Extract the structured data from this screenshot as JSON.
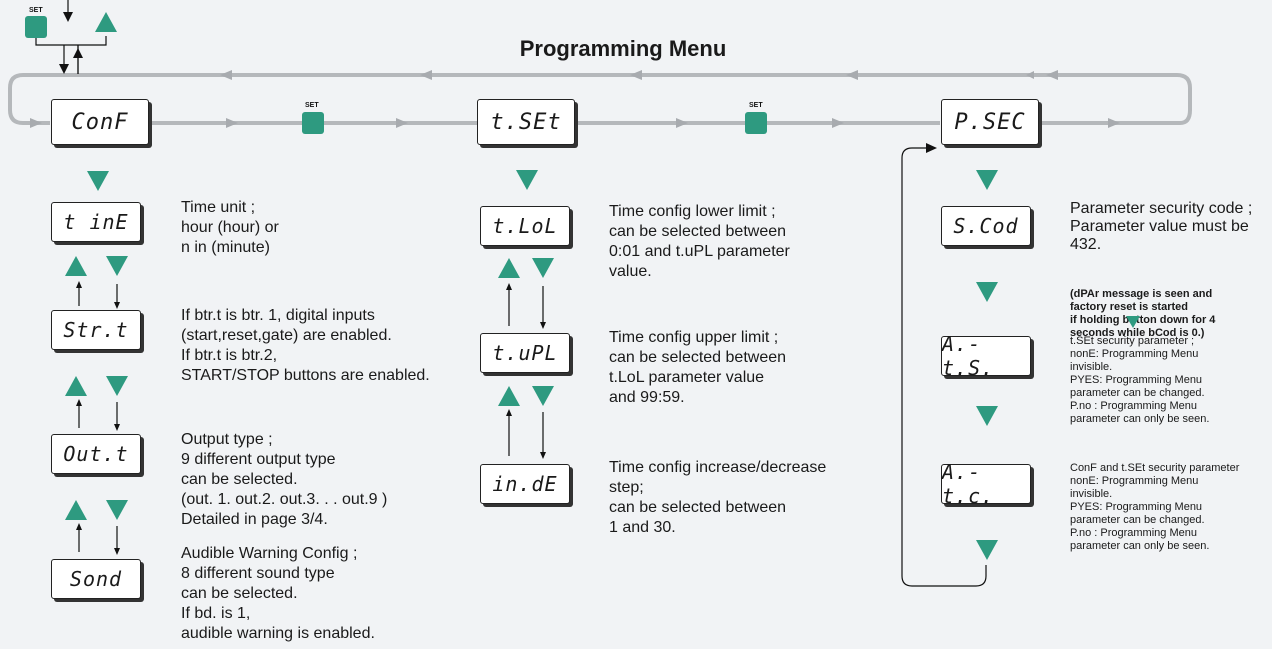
{
  "title": "Programming Menu",
  "keys": {
    "set_label": "SET"
  },
  "main_displays": {
    "conf": "ConF",
    "tset": "t.SEt",
    "psec": "P.SEC"
  },
  "conf_menu": {
    "time": "t inE",
    "strt": "Str.t",
    "outt": "Out.t",
    "sond": "Sond"
  },
  "conf_desc": {
    "time": [
      "Time unit ;",
      "hour   (hour) or",
      "n in   (minute)"
    ],
    "strt": [
      "If btr.t  is btr. 1, digital inputs",
      "(start,reset,gate) are  enabled.",
      "If btr.t is btr.2,",
      "START/STOP buttons are enabled."
    ],
    "outt": [
      "Output type ;",
      "9 different output type",
      "can be selected.",
      "(out. 1. out.2. out.3. . . out.9 )",
      "Detailed in page 3/4."
    ],
    "sond": [
      "Audible Warning Config ;",
      "8 different sound type",
      "can be selected.",
      "If bd.  is 1,",
      "audible warning is enabled."
    ]
  },
  "tset_menu": {
    "tlol": "t.LoL",
    "tupl": "t.uPL",
    "inde": "in.dE"
  },
  "tset_desc": {
    "tlol": [
      "Time config lower limit ;",
      "can be selected between",
      "0:01  and  t.uPL  parameter",
      "value."
    ],
    "tupl": [
      "Time config upper limit ;",
      "can be selected between",
      "t.LoL  parameter value",
      "and 99:59."
    ],
    "inde": [
      "Time config increase/decrease",
      "step;",
      "can be selected between",
      "1 and 30."
    ]
  },
  "psec_menu": {
    "scod": "S.Cod",
    "ats": "A.-t.S.",
    "atc": "A.-t.c."
  },
  "psec_desc": {
    "scod": [
      "Parameter security code ;",
      "Parameter value must be",
      "432."
    ],
    "scod_note": [
      "(dPAr message is seen and",
      "factory reset is started",
      "if holding      button down for 4",
      "seconds while bCod is 0.)"
    ],
    "ats": [
      "t.SEt   security parameter ;",
      "nonE: Programming Menu",
      "          invisible.",
      "PYES: Programming Menu",
      "          parameter can be changed.",
      "P.no  : Programming Menu",
      "          parameter can only be seen."
    ],
    "atc": [
      "ConF and t.SEt security parameter",
      "nonE: Programming Menu",
      "          invisible.",
      "PYES: Programming Menu",
      "          parameter can be changed.",
      "P.no  : Programming Menu",
      "          parameter can only be seen."
    ]
  },
  "colors": {
    "accent": "#2e9a80",
    "track": "#b5b8bb"
  }
}
